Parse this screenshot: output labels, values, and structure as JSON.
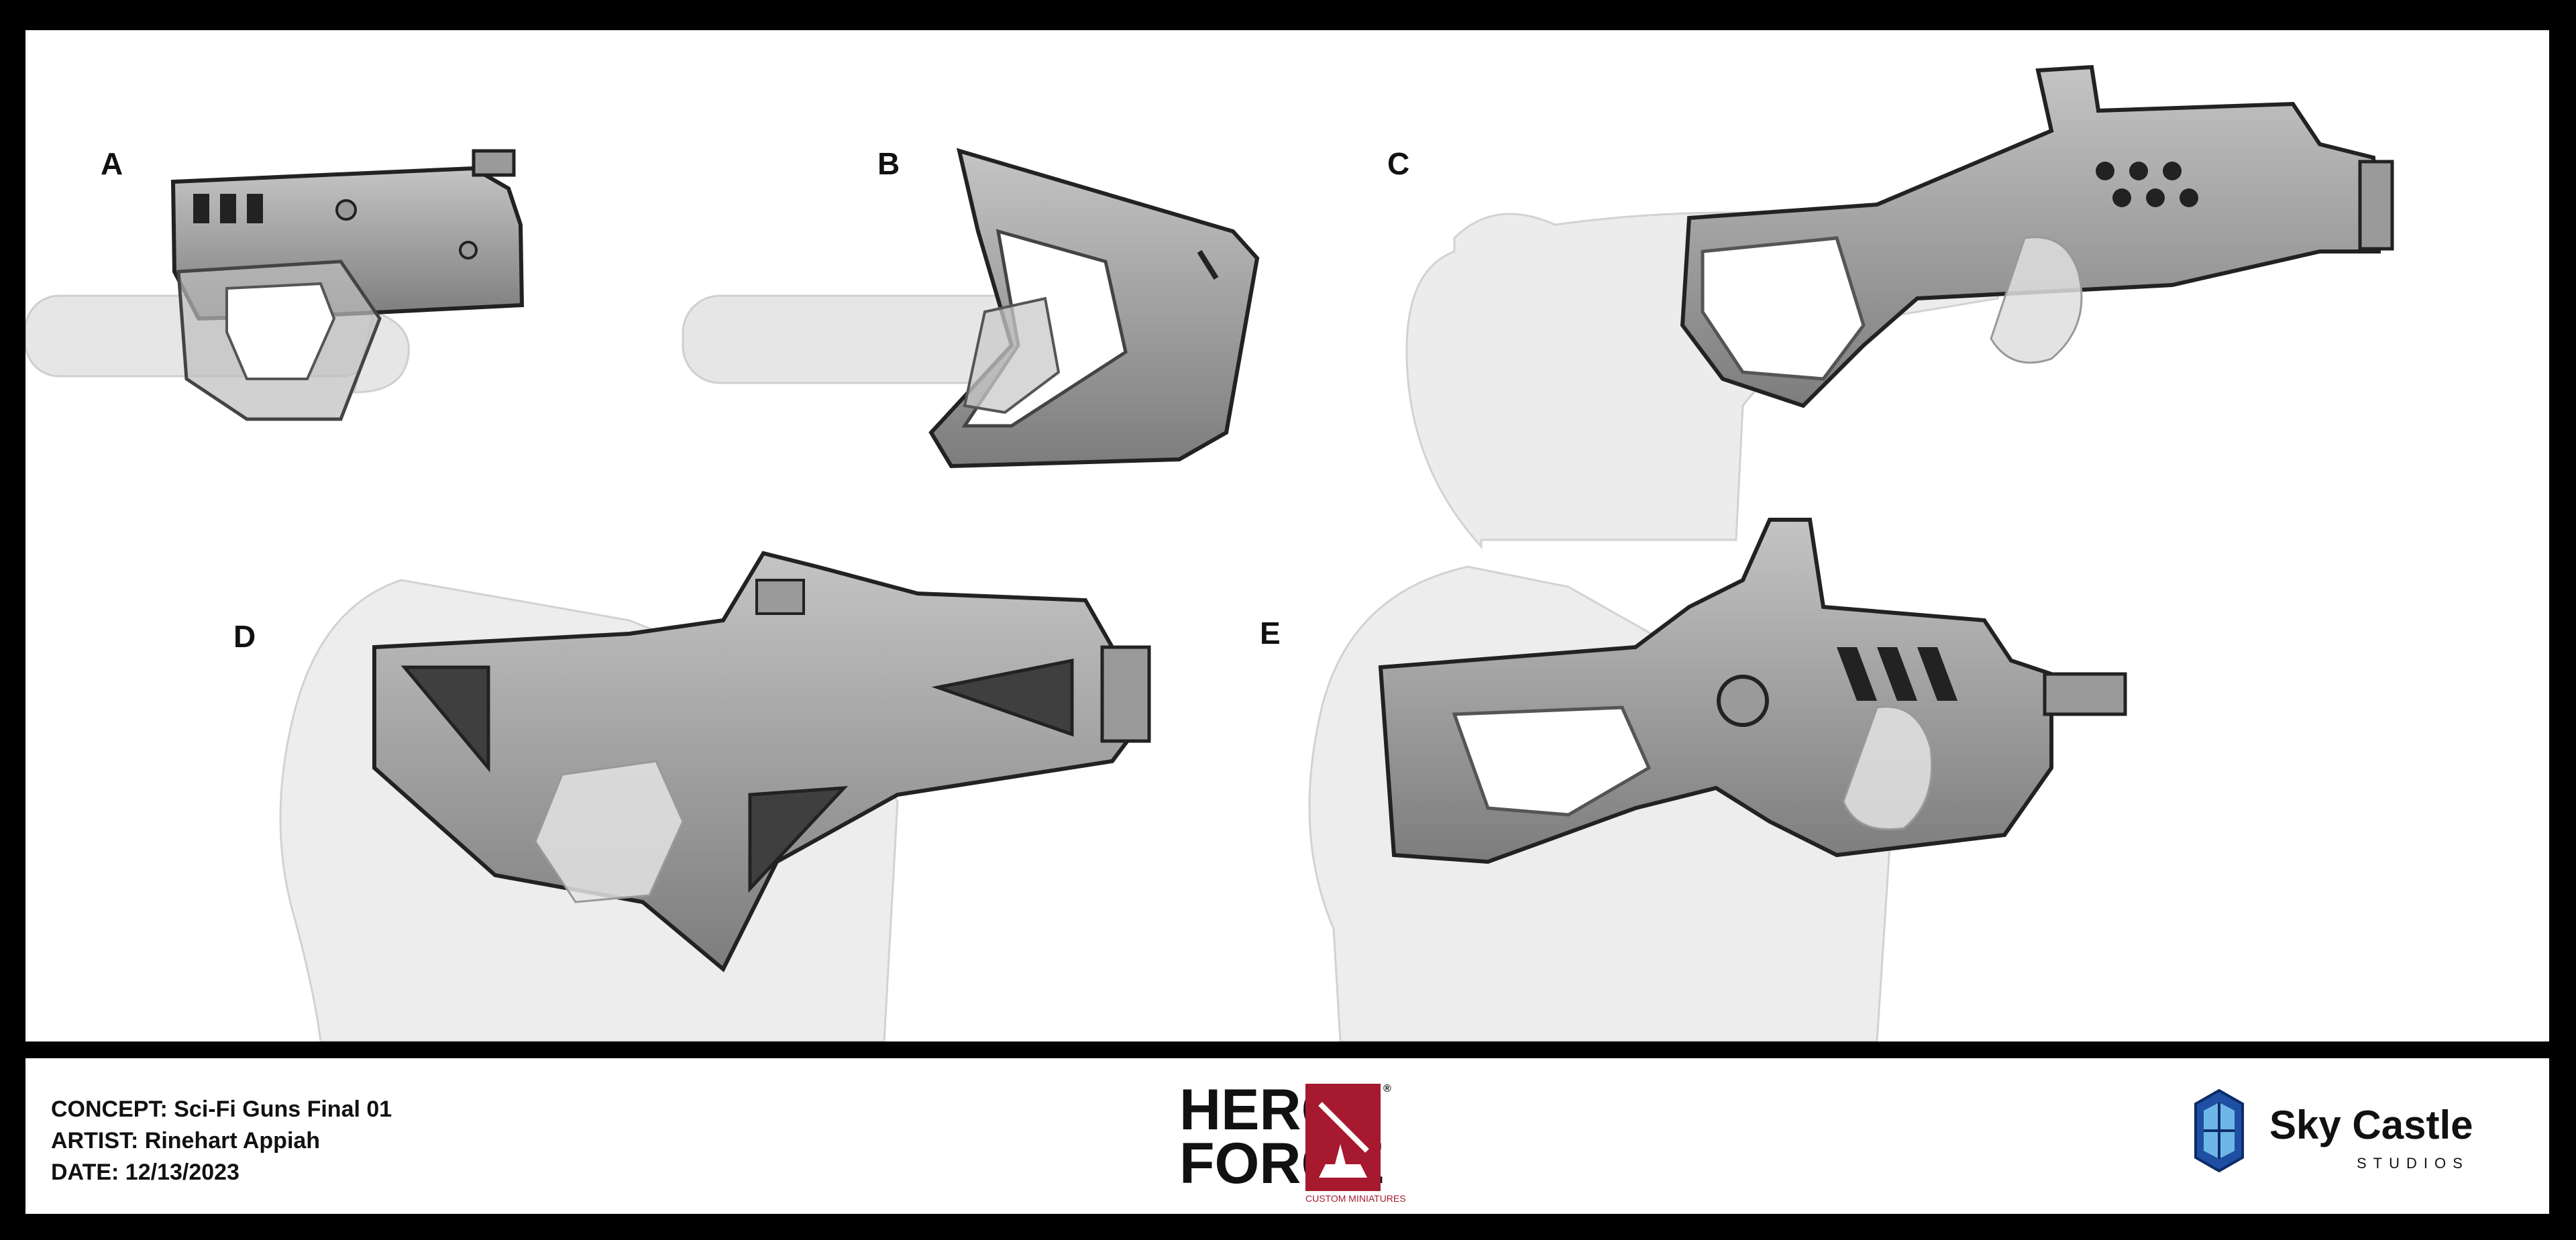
{
  "panels": {
    "A": "A",
    "B": "B",
    "C": "C",
    "D": "D",
    "E": "E"
  },
  "footer": {
    "concept": "CONCEPT: Sci-Fi Guns Final 01",
    "artist": "ARTIST: Rinehart Appiah",
    "date": "DATE:  12/13/2023"
  },
  "logos": {
    "hero_forge": {
      "line1": "HERO",
      "line2": "FORGE",
      "registered": "®",
      "subtitle": "CUSTOM MINIATURES",
      "color": "#a6192e"
    },
    "sky_castle": {
      "name": "Sky Castle",
      "sub": "STUDIOS",
      "color": "#1e4fa3"
    }
  },
  "colors": {
    "frame": "#000000",
    "paper": "#ffffff",
    "figure": "#e9e9e9",
    "gun_light": "#b5b5b5",
    "gun_mid": "#8d8d8d",
    "gun_dark": "#555555",
    "ink": "#222222"
  }
}
